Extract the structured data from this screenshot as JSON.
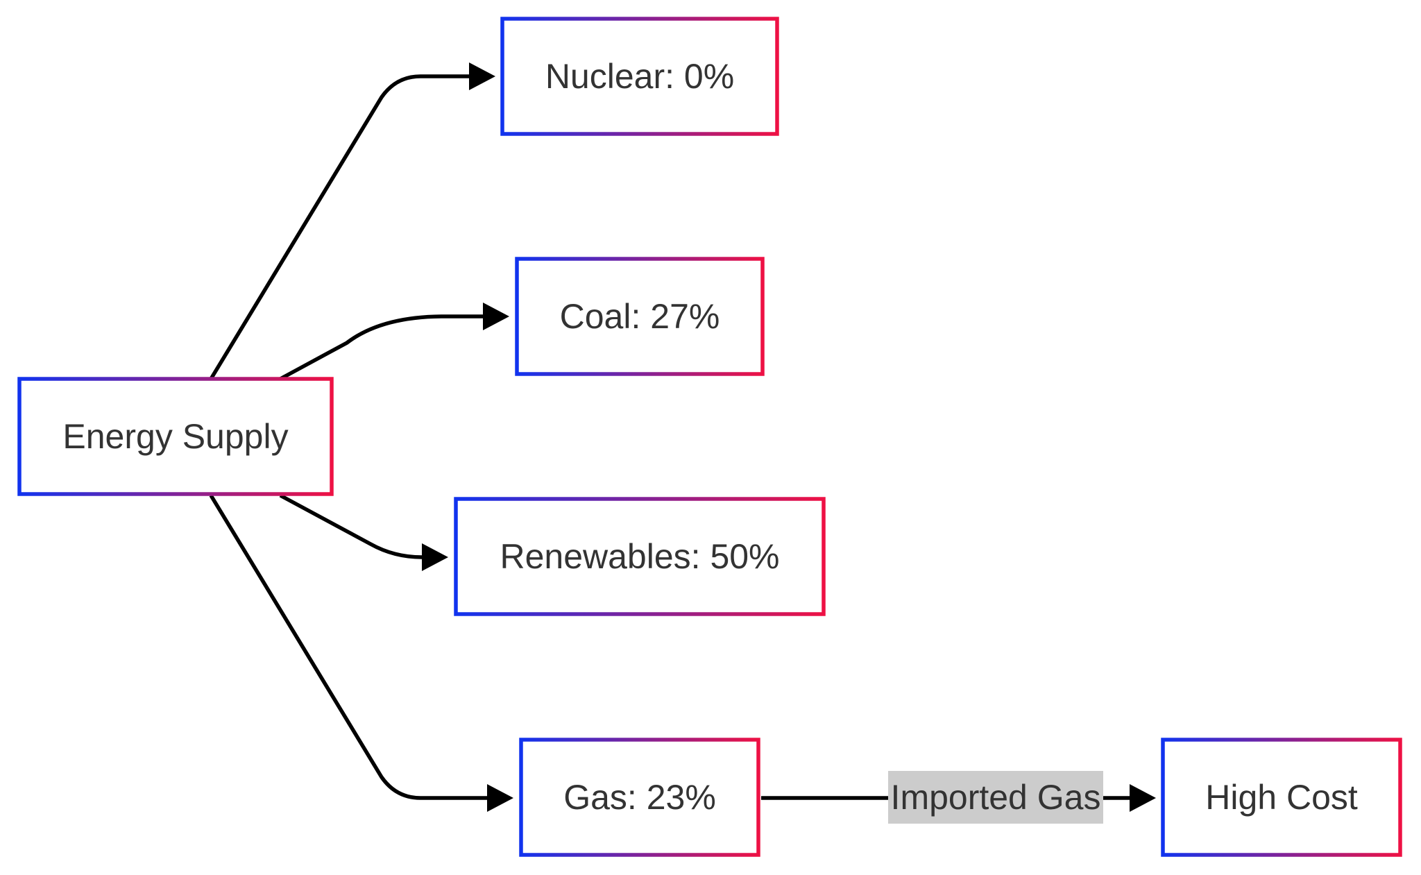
{
  "diagram": {
    "type": "flowchart",
    "direction": "left-to-right",
    "colors": {
      "border_gradient_start": "#1133ee",
      "border_gradient_end": "#ee1144",
      "edge": "#000000",
      "text": "#333333",
      "edge_label_background": "#cccccc",
      "node_fill": "#ffffff"
    },
    "nodes": {
      "energy_supply": "Energy Supply",
      "nuclear": "Nuclear: 0%",
      "coal": "Coal: 27%",
      "renewables": "Renewables: 50%",
      "gas": "Gas: 23%",
      "high_cost": "High Cost"
    },
    "edges": [
      {
        "from": "energy_supply",
        "to": "nuclear",
        "label": ""
      },
      {
        "from": "energy_supply",
        "to": "coal",
        "label": ""
      },
      {
        "from": "energy_supply",
        "to": "renewables",
        "label": ""
      },
      {
        "from": "energy_supply",
        "to": "gas",
        "label": ""
      },
      {
        "from": "gas",
        "to": "high_cost",
        "label": "Imported Gas"
      }
    ],
    "edge_labels": {
      "gas_to_high_cost": "Imported Gas"
    }
  }
}
